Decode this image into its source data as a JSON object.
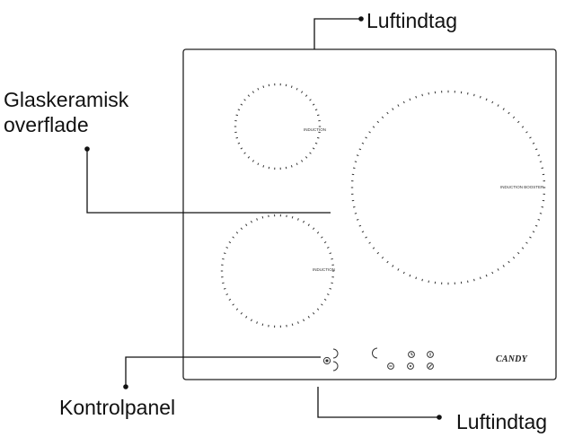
{
  "labels": {
    "air_intake_top": "Luftindtag",
    "glass_surface_line1": "Glaskeramisk",
    "glass_surface_line2": "overflade",
    "control_panel": "Kontrolpanel",
    "air_intake_bottom": "Luftindtag"
  },
  "zones": [
    {
      "label": "INDUCTION"
    },
    {
      "label": "INDUCTION BOOSTER"
    },
    {
      "label": "INDUCTION"
    }
  ],
  "brand": "CANDY",
  "colors": {
    "line": "#111111",
    "text": "#111111",
    "ring_dots": "#333333"
  }
}
